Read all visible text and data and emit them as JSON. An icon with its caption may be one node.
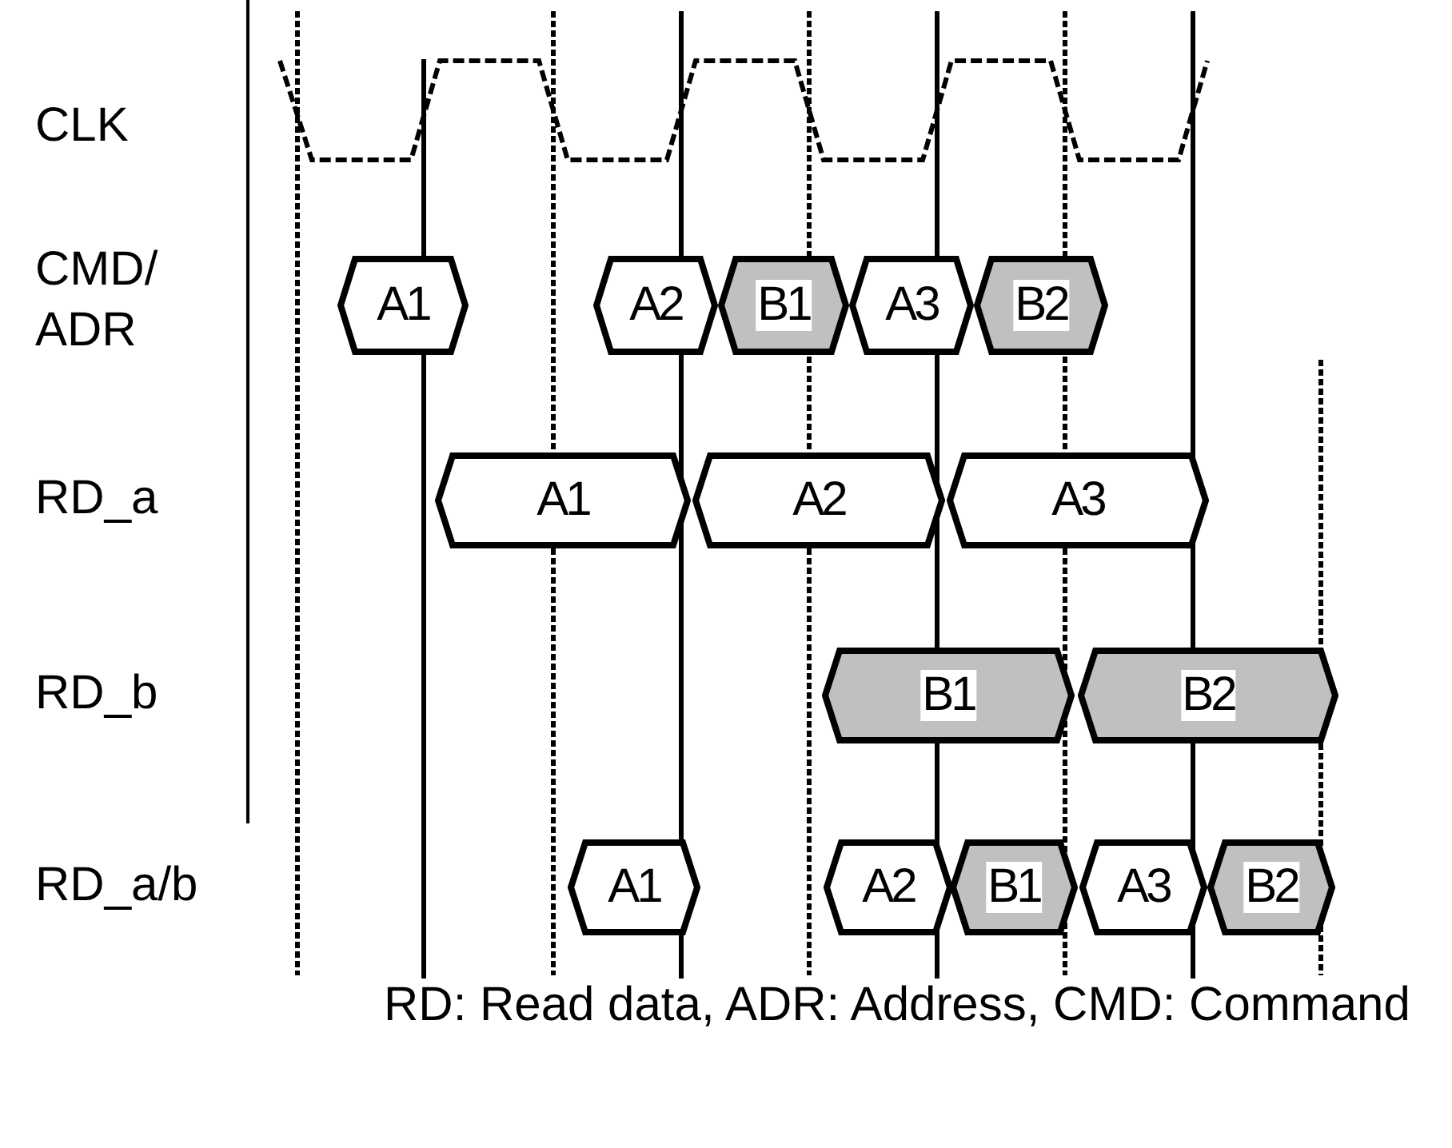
{
  "diagram": {
    "caption": "RD: Read data, ADR: Address, CMD: Command",
    "nodes": [
      {
        "text": [
          "A1"
        ]
      },
      {
        "text": [
          "A2"
        ]
      },
      {
        "text": [
          "B1"
        ]
      },
      {
        "text": [
          "A3"
        ]
      },
      {
        "text": [
          "B2"
        ]
      },
      {
        "text": [
          "A1"
        ]
      },
      {
        "text": [
          "A2"
        ]
      },
      {
        "text": [
          "A3"
        ]
      },
      {
        "text": [
          "B1"
        ]
      },
      {
        "text": [
          "B2"
        ]
      },
      {
        "text": [
          "A1"
        ]
      },
      {
        "text": [
          "A2"
        ]
      },
      {
        "text": [
          "B1"
        ]
      },
      {
        "text": [
          "A3"
        ]
      },
      {
        "text": [
          "B2"
        ]
      }
    ],
    "edges": [],
    "labels": [
      "CLK",
      "CMD/ADR",
      "RD_a",
      "RD_b",
      "RD_a/b"
    ]
  }
}
